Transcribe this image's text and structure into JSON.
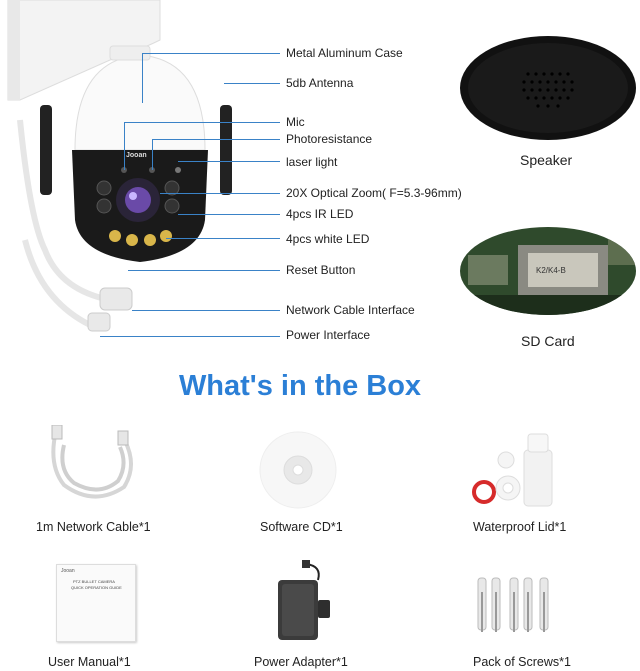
{
  "callouts": [
    "Metal Aluminum Case",
    "5db Antenna",
    "Mic",
    "Photoresistance",
    "laser light",
    "20X Optical Zoom( F=5.3-96mm)",
    "4pcs IR LED",
    "4pcs white LED",
    "Reset Button",
    "Network Cable Interface",
    "Power Interface"
  ],
  "right_images": {
    "speaker_caption": "Speaker",
    "sdcard_caption": "SD Card",
    "sdcard_chip_text": "K2/K4-B"
  },
  "camera_brand": "Jooan",
  "section_title": "What's in the Box",
  "box_items": [
    "1m Network Cable*1",
    "Software CD*1",
    "Waterproof Lid*1",
    "User Manual*1",
    "Power Adapter*1",
    "Pack of Screws*1"
  ],
  "manual_text": {
    "brand": "Jooan",
    "title_line1": "PTZ BULLET CAMERA",
    "title_line2": "QUICK OPERATION GUIDE"
  },
  "colors": {
    "accent": "#2b7fd6",
    "callout_line": "#3a82c7"
  }
}
